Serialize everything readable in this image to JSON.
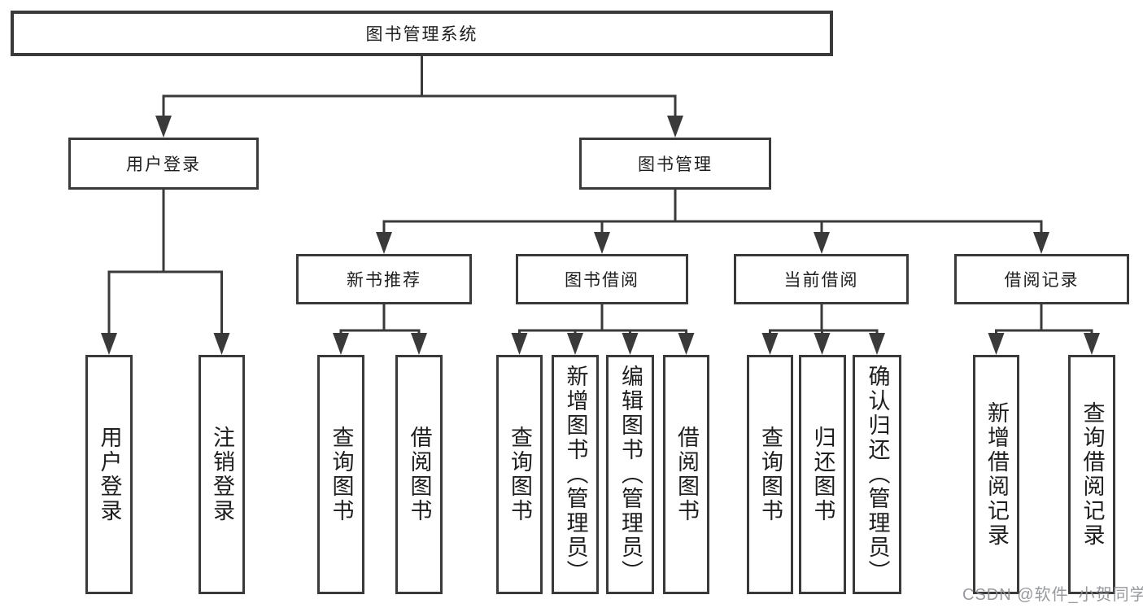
{
  "tree": {
    "root": "图书管理系统",
    "left": {
      "label": "用户登录",
      "children": [
        "用户登录",
        "注销登录"
      ]
    },
    "right": {
      "label": "图书管理",
      "children": [
        {
          "label": "新书推荐",
          "children": [
            "查询图书",
            "借阅图书"
          ]
        },
        {
          "label": "图书借阅",
          "children": [
            "查询图书",
            "新增图书（管理员）",
            "编辑图书（管理员）",
            "借阅图书"
          ]
        },
        {
          "label": "当前借阅",
          "children": [
            "查询图书",
            "归还图书",
            "确认归还（管理员）"
          ]
        },
        {
          "label": "借阅记录",
          "children": [
            "新增借阅记录",
            "查询借阅记录"
          ]
        }
      ]
    }
  },
  "watermark": "CSDN @软件_小贺同学",
  "colors": {
    "line": "#3a3a3a",
    "text": "#1e1e1e",
    "box_background": "#ffffff",
    "watermark": "#8c8e92"
  }
}
